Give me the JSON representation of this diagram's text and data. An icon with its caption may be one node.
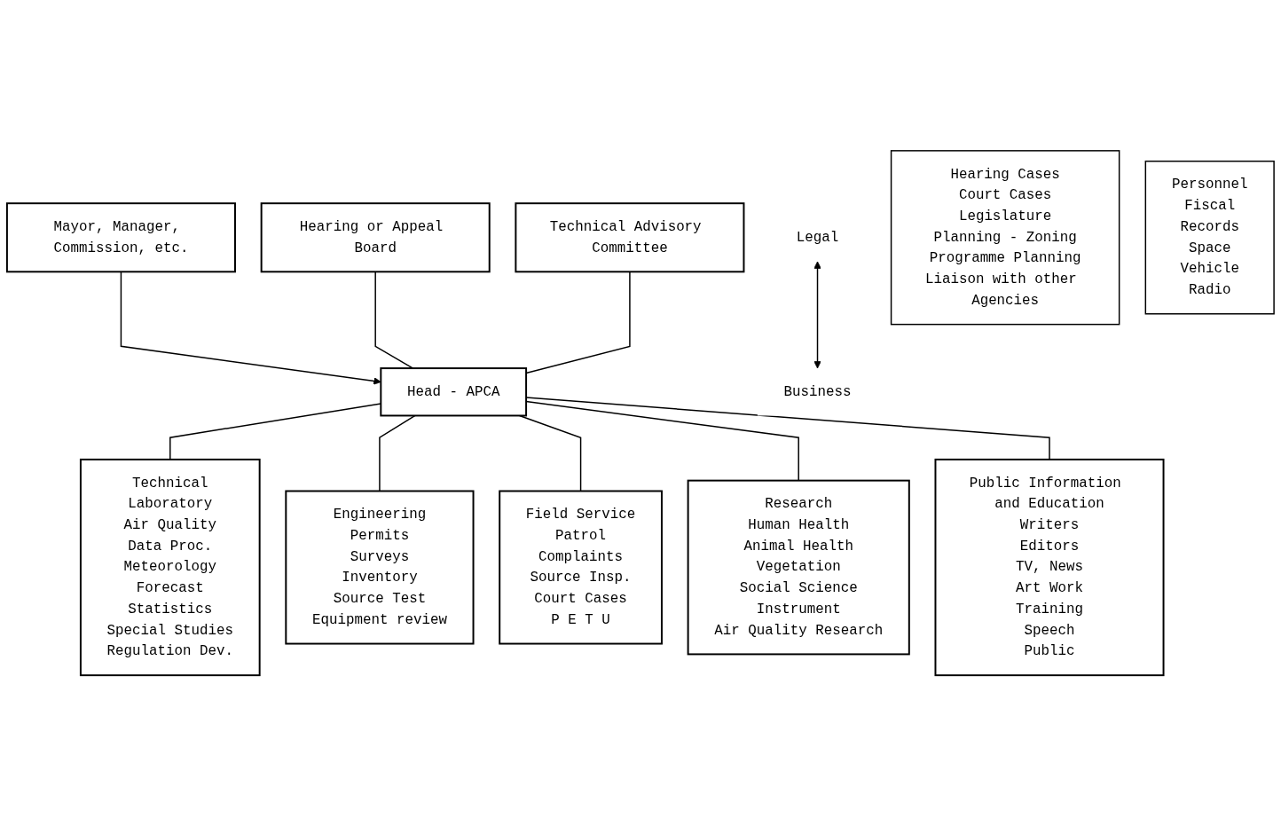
{
  "diagram": {
    "nodes": [
      {
        "text": [
          "Mayor, Manager, Commission, etc."
        ]
      },
      {
        "text": [
          "Hearing or Appeal Board"
        ]
      },
      {
        "text": [
          "Head - APCA"
        ]
      },
      {
        "text": [
          "Technical Advisory Committee"
        ]
      },
      {
        "text": [
          "Legal"
        ]
      },
      {
        "text": [
          "Business"
        ]
      },
      {
        "text": [
          "Hearing Cases",
          "Court Cases",
          "Legislature",
          "Planning - Zoning",
          "Programme Planning",
          "Liaison with other Agencies"
        ]
      },
      {
        "text": [
          "Personnel",
          "Fiscal",
          "Records",
          "Space",
          "Vehicle",
          "Radio"
        ]
      },
      {
        "text": [
          "Technical",
          "Laboratory",
          "Air Quality",
          "Data Proc.",
          "Meteorology",
          "Forecast",
          "Statistics",
          "Special Studies",
          "Regulation Dev."
        ]
      },
      {
        "text": [
          "Engineering",
          "Permits",
          "Surveys",
          "Inventory",
          "Source Test",
          "Equipment review"
        ]
      },
      {
        "text": [
          "Field Service",
          "Patrol",
          "Complaints",
          "Source Insp.",
          "Court Cases",
          "P E T U"
        ]
      },
      {
        "text": [
          "Research",
          "Human Health",
          "Animal Health",
          "Vegetation",
          "Social Science",
          "Instrument",
          "Air Quality Research"
        ]
      },
      {
        "text": [
          "Public Information and Education",
          "Writers",
          "Editors",
          "TV, News",
          "Art Work",
          "Training",
          "Speech",
          "Public"
        ]
      }
    ],
    "edges": [
      {
        "from": 0,
        "to": 2,
        "arrow": "to"
      },
      {
        "from": 1,
        "to": 2,
        "arrow": "none"
      },
      {
        "from": 3,
        "to": 2,
        "arrow": "none"
      },
      {
        "from": 4,
        "to": 5,
        "arrow": "both"
      },
      {
        "from": 2,
        "to": 8,
        "arrow": "none"
      },
      {
        "from": 2,
        "to": 9,
        "arrow": "none"
      },
      {
        "from": 2,
        "to": 10,
        "arrow": "none"
      },
      {
        "from": 2,
        "to": 11,
        "arrow": "none"
      },
      {
        "from": 2,
        "to": 12,
        "arrow": "none"
      }
    ]
  }
}
